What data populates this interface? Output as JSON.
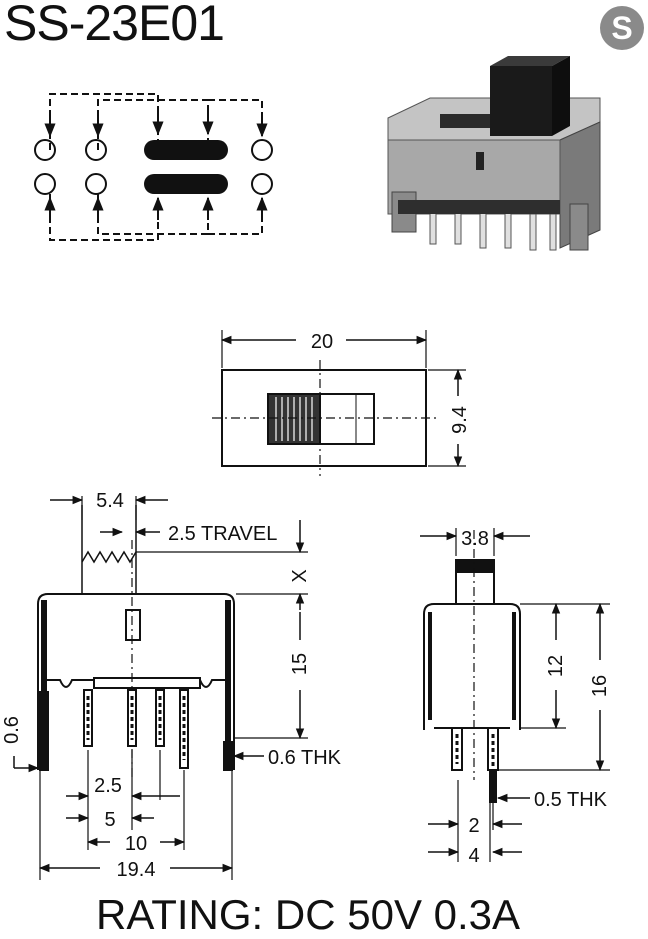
{
  "title": "SS-23E01",
  "logo_letter": "S",
  "rating": "RATING: DC 50V 0.3A",
  "top_view": {
    "width": "20",
    "height": "9.4"
  },
  "front_view": {
    "knob_width": "5.4",
    "travel": "2.5 TRAVEL",
    "x_label": "X",
    "height": "15",
    "pin_offset": "0.6",
    "thickness": "0.6 THK",
    "pitch": "2.5",
    "span_5": "5",
    "span_10": "10",
    "overall": "19.4"
  },
  "side_view": {
    "knob_width": "3.8",
    "body_height": "12",
    "overall_height": "16",
    "thickness": "0.5 THK",
    "pin_gap": "2",
    "pin_span": "4"
  },
  "colors": {
    "ink": "#111111",
    "logo_bg": "#8a8a8a",
    "body_gray": "#9a9a9a"
  }
}
